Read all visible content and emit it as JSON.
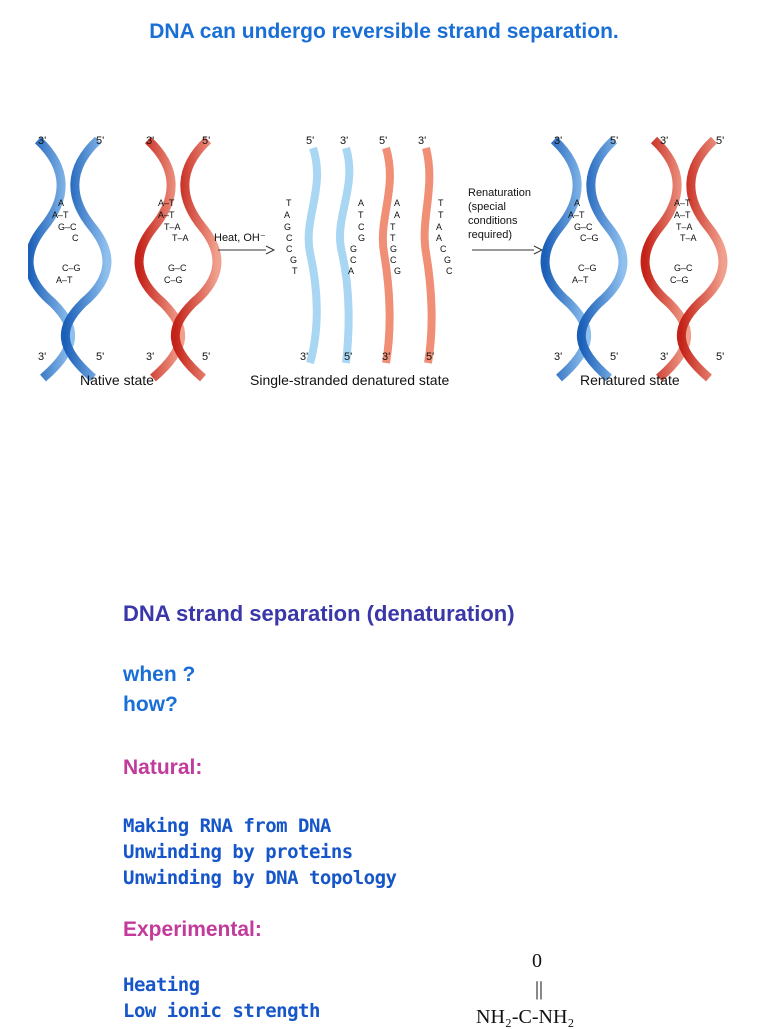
{
  "title": "DNA can undergo reversible strand separation.",
  "figure": {
    "end_labels_top": [
      "3'",
      "5'",
      "3'",
      "5'"
    ],
    "end_labels_bottom": [
      "3'",
      "5'",
      "3'",
      "5'"
    ],
    "single_top": [
      "5'",
      "3'",
      "5'",
      "3'"
    ],
    "single_bottom": [
      "3'",
      "5'",
      "3'",
      "5'"
    ],
    "native_pairs_blue": [
      "A",
      "A–T",
      "G–C",
      "C",
      "C–G",
      "A–T"
    ],
    "native_pairs_red": [
      "A–T",
      "A–T",
      "T–A",
      "T–A",
      "G–C",
      "C–G"
    ],
    "renatured_pairs_blue": [
      "A",
      "A–T",
      "G–C",
      "C–G",
      "C–G",
      "A–T"
    ],
    "renatured_pairs_red": [
      "A–T",
      "A–T",
      "T–A",
      "T–A",
      "G–C",
      "C–G"
    ],
    "strand1_bases": [
      "T",
      "A",
      "G",
      "C",
      "C",
      "G",
      "T"
    ],
    "strand2_bases": [
      "A",
      "T",
      "C",
      "G",
      "G",
      "C",
      "A"
    ],
    "strand3_bases": [
      "A",
      "A",
      "T",
      "T",
      "G",
      "C",
      "G"
    ],
    "strand4_bases": [
      "T",
      "T",
      "A",
      "A",
      "C",
      "G",
      "C"
    ],
    "heat_label": "Heat, OH⁻",
    "renaturation_label": [
      "Renaturation",
      "(special",
      "conditions",
      "required)"
    ],
    "caption_native": "Native state",
    "caption_single": "Single-stranded denatured state",
    "caption_renatured": "Renatured state",
    "colors": {
      "blue_strand": "#2f73c8",
      "red_strand": "#d8382c",
      "light_blue": "#a9d6f2",
      "salmon": "#f08f76"
    }
  },
  "section": {
    "heading": "DNA strand separation (denaturation)",
    "questions": [
      "when ?",
      "how?"
    ],
    "natural_label": "Natural:",
    "natural_items": [
      "Making RNA from DNA",
      "Unwinding by proteins",
      "Unwinding by DNA topology"
    ],
    "experimental_label": "Experimental:",
    "experimental_items": [
      "Heating",
      "Low ionic strength"
    ],
    "urea": {
      "oxygen": "0",
      "bond": "||",
      "formula": "NH₂-C-NH₂"
    }
  }
}
